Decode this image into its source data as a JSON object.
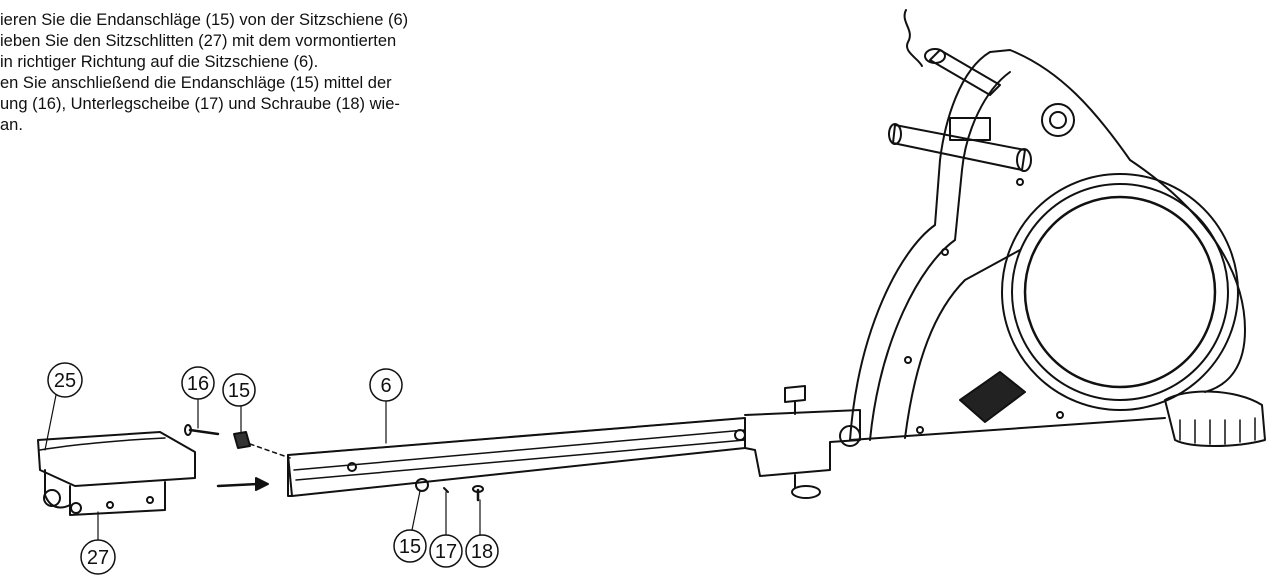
{
  "instructions": {
    "lines": [
      "ieren Sie die Endanschläge (15) von der Sitzschiene (6)",
      "ieben Sie den Sitzschlitten (27) mit dem vormontierten",
      "in richtiger Richtung auf die Sitzschiene (6).",
      "en Sie anschließend die Endanschläge (15) mittel der",
      "ung (16), Unterlegscheibe (17) und Schraube (18) wie-",
      "an."
    ]
  },
  "callouts": {
    "seat_25": "25",
    "bolt_16": "16",
    "stop_15_top": "15",
    "rail_6": "6",
    "stop_15_bottom": "15",
    "washer_17": "17",
    "screw_18": "18",
    "carriage_27": "27"
  }
}
